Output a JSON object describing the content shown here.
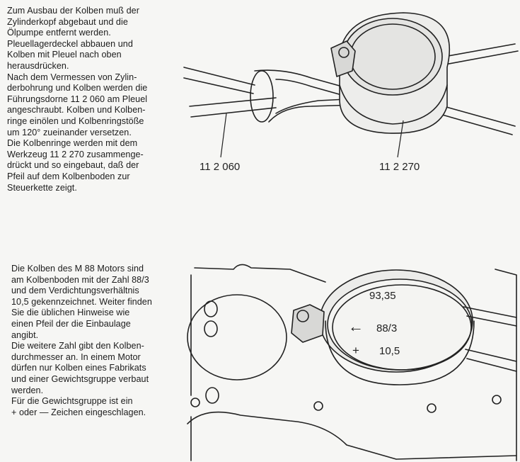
{
  "section1": {
    "text": "Zum Ausbau der Kolben muß der\nZylinderkopf abgebaut und die\nÖlpumpe entfernt werden.\nPleuellagerdeckel abbauen und\nKolben mit Pleuel nach oben\nherausdrücken.\nNach dem Vermessen von Zylin-\nderbohrung und Kolben werden die\nFührungsdorne 11 2 060 am Pleuel\nangeschraubt. Kolben und Kolben-\nringe einölen und Kolbenringstöße\num 120° zueinander versetzen.\nDie Kolbenringe werden mit dem\nWerkzeug 11 2 270 zusammenge-\ndrückt und so eingebaut, daß der\nPfeil auf dem Kolbenboden zur\nSteuerkette zeigt.",
    "figure": {
      "label_left": "11 2 060",
      "label_right": "11 2 270"
    }
  },
  "section2": {
    "text": "Die Kolben des M 88 Motors sind\nam Kolbenboden mit der Zahl 88/3\nund dem Verdichtungsverhältnis\n10,5 gekennzeichnet. Weiter finden\nSie die üblichen Hinweise wie\neinen Pfeil der die Einbaulage\nangibt.\nDie weitere Zahl gibt den Kolben-\ndurchmesser an. In einem Motor\ndürfen nur Kolben eines Fabrikats\nund einer Gewichtsgruppe verbaut\nwerden.\nFür die Gewichtsgruppe ist ein\n+ oder — Zeichen eingeschlagen.",
    "figure": {
      "diameter": "93,35",
      "arrow_glyph": "←",
      "marking": "88/3",
      "plus_glyph": "+",
      "compression": "10,5"
    }
  }
}
